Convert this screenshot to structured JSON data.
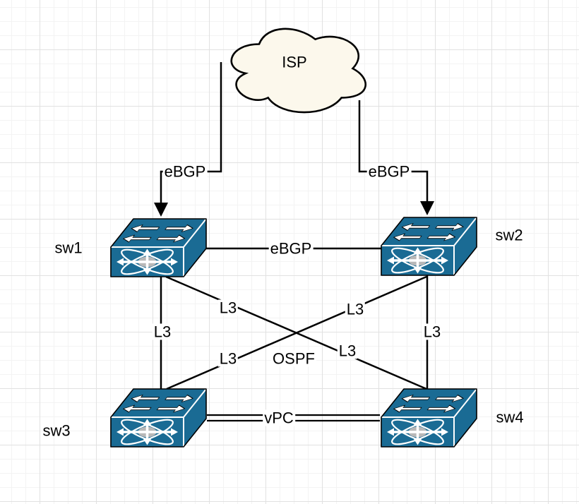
{
  "diagram": {
    "cloud": {
      "label": "ISP"
    },
    "nodes": [
      {
        "id": "sw1",
        "label": "sw1",
        "type": "layer3-switch"
      },
      {
        "id": "sw2",
        "label": "sw2",
        "type": "layer3-switch"
      },
      {
        "id": "sw3",
        "label": "sw3",
        "type": "layer3-switch"
      },
      {
        "id": "sw4",
        "label": "sw4",
        "type": "layer3-switch"
      }
    ],
    "edges": [
      {
        "from": "ISP",
        "to": "sw1",
        "label": "eBGP",
        "arrow": "target"
      },
      {
        "from": "ISP",
        "to": "sw2",
        "label": "eBGP",
        "arrow": "target"
      },
      {
        "from": "sw1",
        "to": "sw2",
        "label": "eBGP"
      },
      {
        "from": "sw1",
        "to": "sw3",
        "label": "L3"
      },
      {
        "from": "sw2",
        "to": "sw4",
        "label": "L3"
      },
      {
        "from": "sw1",
        "to": "sw4",
        "labels": [
          "L3",
          "L3"
        ]
      },
      {
        "from": "sw2",
        "to": "sw3",
        "labels": [
          "L3",
          "L3"
        ]
      },
      {
        "from": "sw3",
        "to": "sw4",
        "label": "vPC",
        "style": "double-line"
      }
    ],
    "annotations": [
      {
        "text": "OSPF"
      }
    ]
  },
  "colors": {
    "switch_fill": "#1a6b94",
    "switch_core": "#b8b8b8",
    "cloud_fill": "#fcf8ec",
    "line": "#000000",
    "grid_minor": "#f3f3f3",
    "grid_major": "#e1e1e1",
    "canvas_bg": "#ffffff"
  }
}
